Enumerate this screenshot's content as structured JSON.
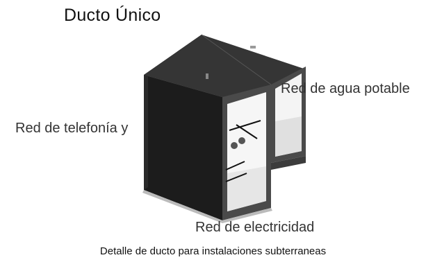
{
  "title": "Ducto Único",
  "labels": {
    "agua": "Red de agua potable",
    "telefonia": "Red de telefonía y",
    "electricidad": "Red de electricidad"
  },
  "caption": "Detalle de ducto para instalaciones subterraneas",
  "colors": {
    "top_face": "#2e2e2e",
    "left_face": "#1c1c1c",
    "frame": "#4a4a4a",
    "interior": "#f4f4f4",
    "pipe": "#111111"
  }
}
